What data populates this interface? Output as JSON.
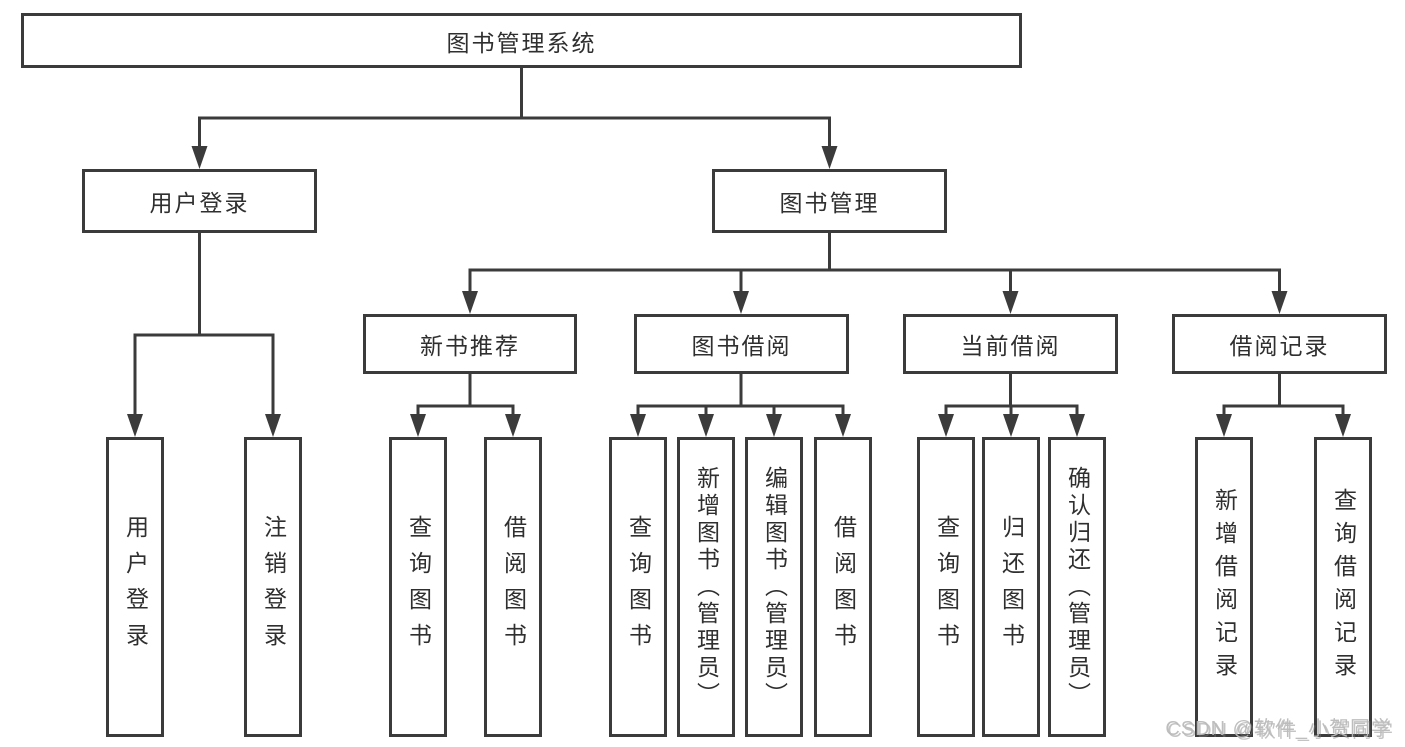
{
  "diagram": {
    "root": "图书管理系统",
    "branches": [
      {
        "label": "用户登录",
        "leaves": [
          "用户登录",
          "注销登录"
        ]
      },
      {
        "label": "图书管理",
        "sections": [
          {
            "label": "新书推荐",
            "leaves": [
              "查询图书",
              "借阅图书"
            ]
          },
          {
            "label": "图书借阅",
            "leaves": [
              "查询图书",
              "新增图书（管理员）",
              "编辑图书（管理员）",
              "借阅图书"
            ]
          },
          {
            "label": "当前借阅",
            "leaves": [
              "查询图书",
              "归还图书",
              "确认归还（管理员）"
            ]
          },
          {
            "label": "借阅记录",
            "leaves": [
              "新增借阅记录",
              "查询借阅记录"
            ]
          }
        ]
      }
    ]
  },
  "watermark": "CSDN @软件_小贺同学",
  "colors": {
    "line": "#3b3b3b",
    "text": "#2f2f2f",
    "watermark": "#bababa",
    "background": "#ffffff"
  }
}
